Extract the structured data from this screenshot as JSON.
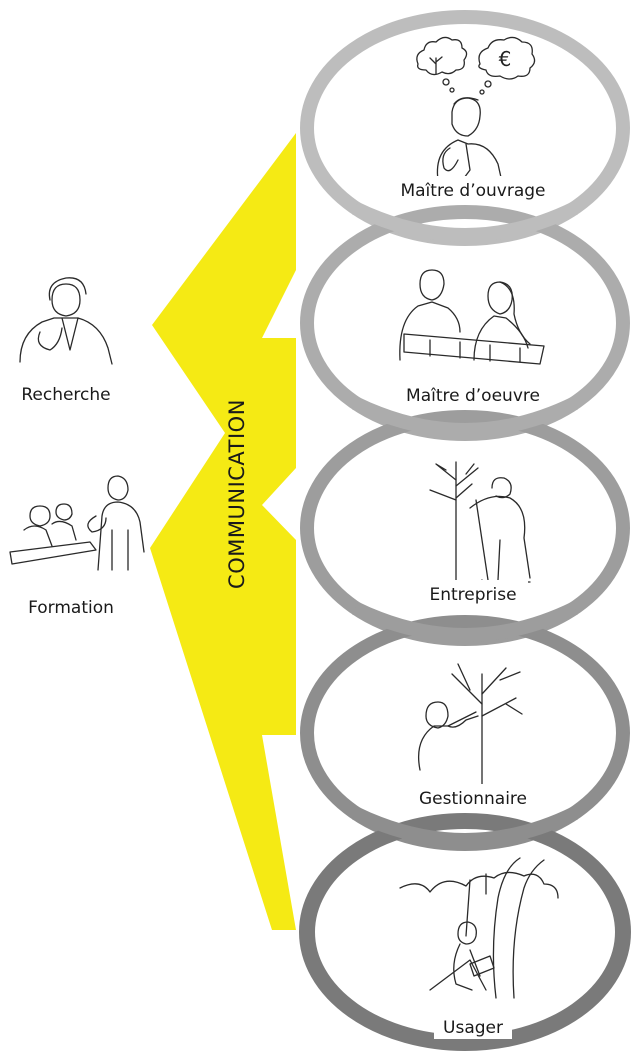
{
  "communication": {
    "label": "COMMUNICATION",
    "color": "#f5ea14"
  },
  "side_roles": [
    {
      "label": "Recherche",
      "icon": "person-phoning-icon"
    },
    {
      "label": "Formation",
      "icon": "teacher-students-icon"
    }
  ],
  "rings": [
    {
      "label": "Maître d’ouvrage",
      "icon": "thinking-man-icon",
      "color": "#bdbdbd"
    },
    {
      "label": "Maître d’oeuvre",
      "icon": "two-people-reviewing-plan-icon",
      "color": "#acacac"
    },
    {
      "label": "Entreprise",
      "icon": "worker-planting-tree-icon",
      "color": "#9d9d9d"
    },
    {
      "label": "Gestionnaire",
      "icon": "person-pruning-tree-icon",
      "color": "#8e8e8e"
    },
    {
      "label": "Usager",
      "icon": "person-reading-under-tree-icon",
      "color": "#7a7a7a"
    }
  ],
  "thought_bubbles": [
    {
      "icon": "tree-thought-icon"
    },
    {
      "icon": "euro-thought-icon",
      "symbol": "€"
    }
  ]
}
